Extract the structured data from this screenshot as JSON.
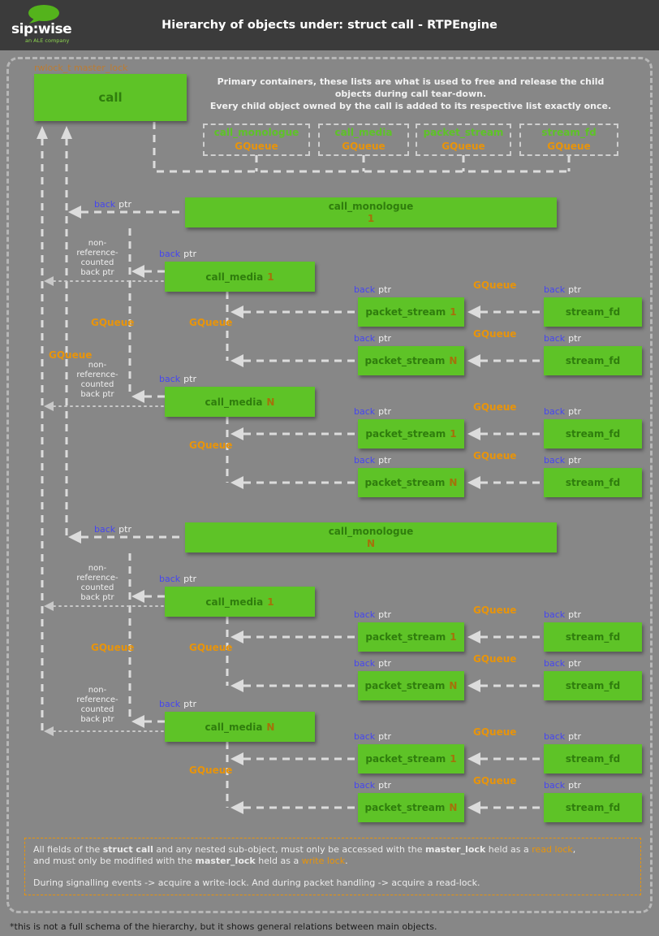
{
  "colors": {
    "box_green": "#5ec327",
    "box_text_green": "#2f7d0d",
    "orange": "#e8940a",
    "number_orange": "#a5710a",
    "backptr_blue": "#4646f0",
    "header_bg": "#3b3b3b",
    "page_bg": "#878787"
  },
  "header": {
    "title": "Hierarchy of objects under: struct call - RTPEngine",
    "logo_text": "sip:wise",
    "logo_sub": "an ALE company"
  },
  "top": {
    "master_lock": "rwlock_t master_lock",
    "intro_line1": "Primary containers, these lists are what is used to free and release the child objects during call tear-down.",
    "intro_line2": "Every child object owned by the call is added to its respective list exactly once."
  },
  "legend_boxes": [
    {
      "name": "call_monologue",
      "type": "GQueue"
    },
    {
      "name": "call_media",
      "type": "GQueue"
    },
    {
      "name": "packet_stream",
      "type": "GQueue"
    },
    {
      "name": "stream_fd",
      "type": "GQueue"
    }
  ],
  "nodes": {
    "call": "call",
    "monologue_1": {
      "name": "call_monologue",
      "num": "1"
    },
    "monologue_n": {
      "name": "call_monologue",
      "num": "N"
    },
    "media_1": {
      "name": "call_media",
      "num": "1"
    },
    "media_n": {
      "name": "call_media",
      "num": "N"
    },
    "packet_stream_1": {
      "name": "packet_stream",
      "num": "1"
    },
    "packet_stream_n": {
      "name": "packet_stream",
      "num": "N"
    },
    "stream_fd": {
      "name": "stream_fd"
    }
  },
  "labels": {
    "back": "back",
    "ptr": "ptr",
    "gqueue": "GQueue",
    "nonref_1": "non-",
    "nonref_2": "reference-",
    "nonref_3": "counted",
    "nonref_4": "back ptr"
  },
  "note": {
    "r1": "All fields of the ",
    "r2": "struct call",
    "r3": " and any nested sub-object, must only be accessed with the ",
    "r4": "master_lock",
    "r5": " held as a ",
    "r6": "read lock",
    "r7": ",",
    "r8": "and must only be modified with the ",
    "r9": "master_lock",
    "r10": " held as a ",
    "r11": "write lock",
    "r12": ".",
    "p2": "During signalling events -> acquire a write-lock. And during packet handling -> acquire a read-lock."
  },
  "footnote": "*this is not a full schema of the hierarchy, but it shows general relations between main objects."
}
